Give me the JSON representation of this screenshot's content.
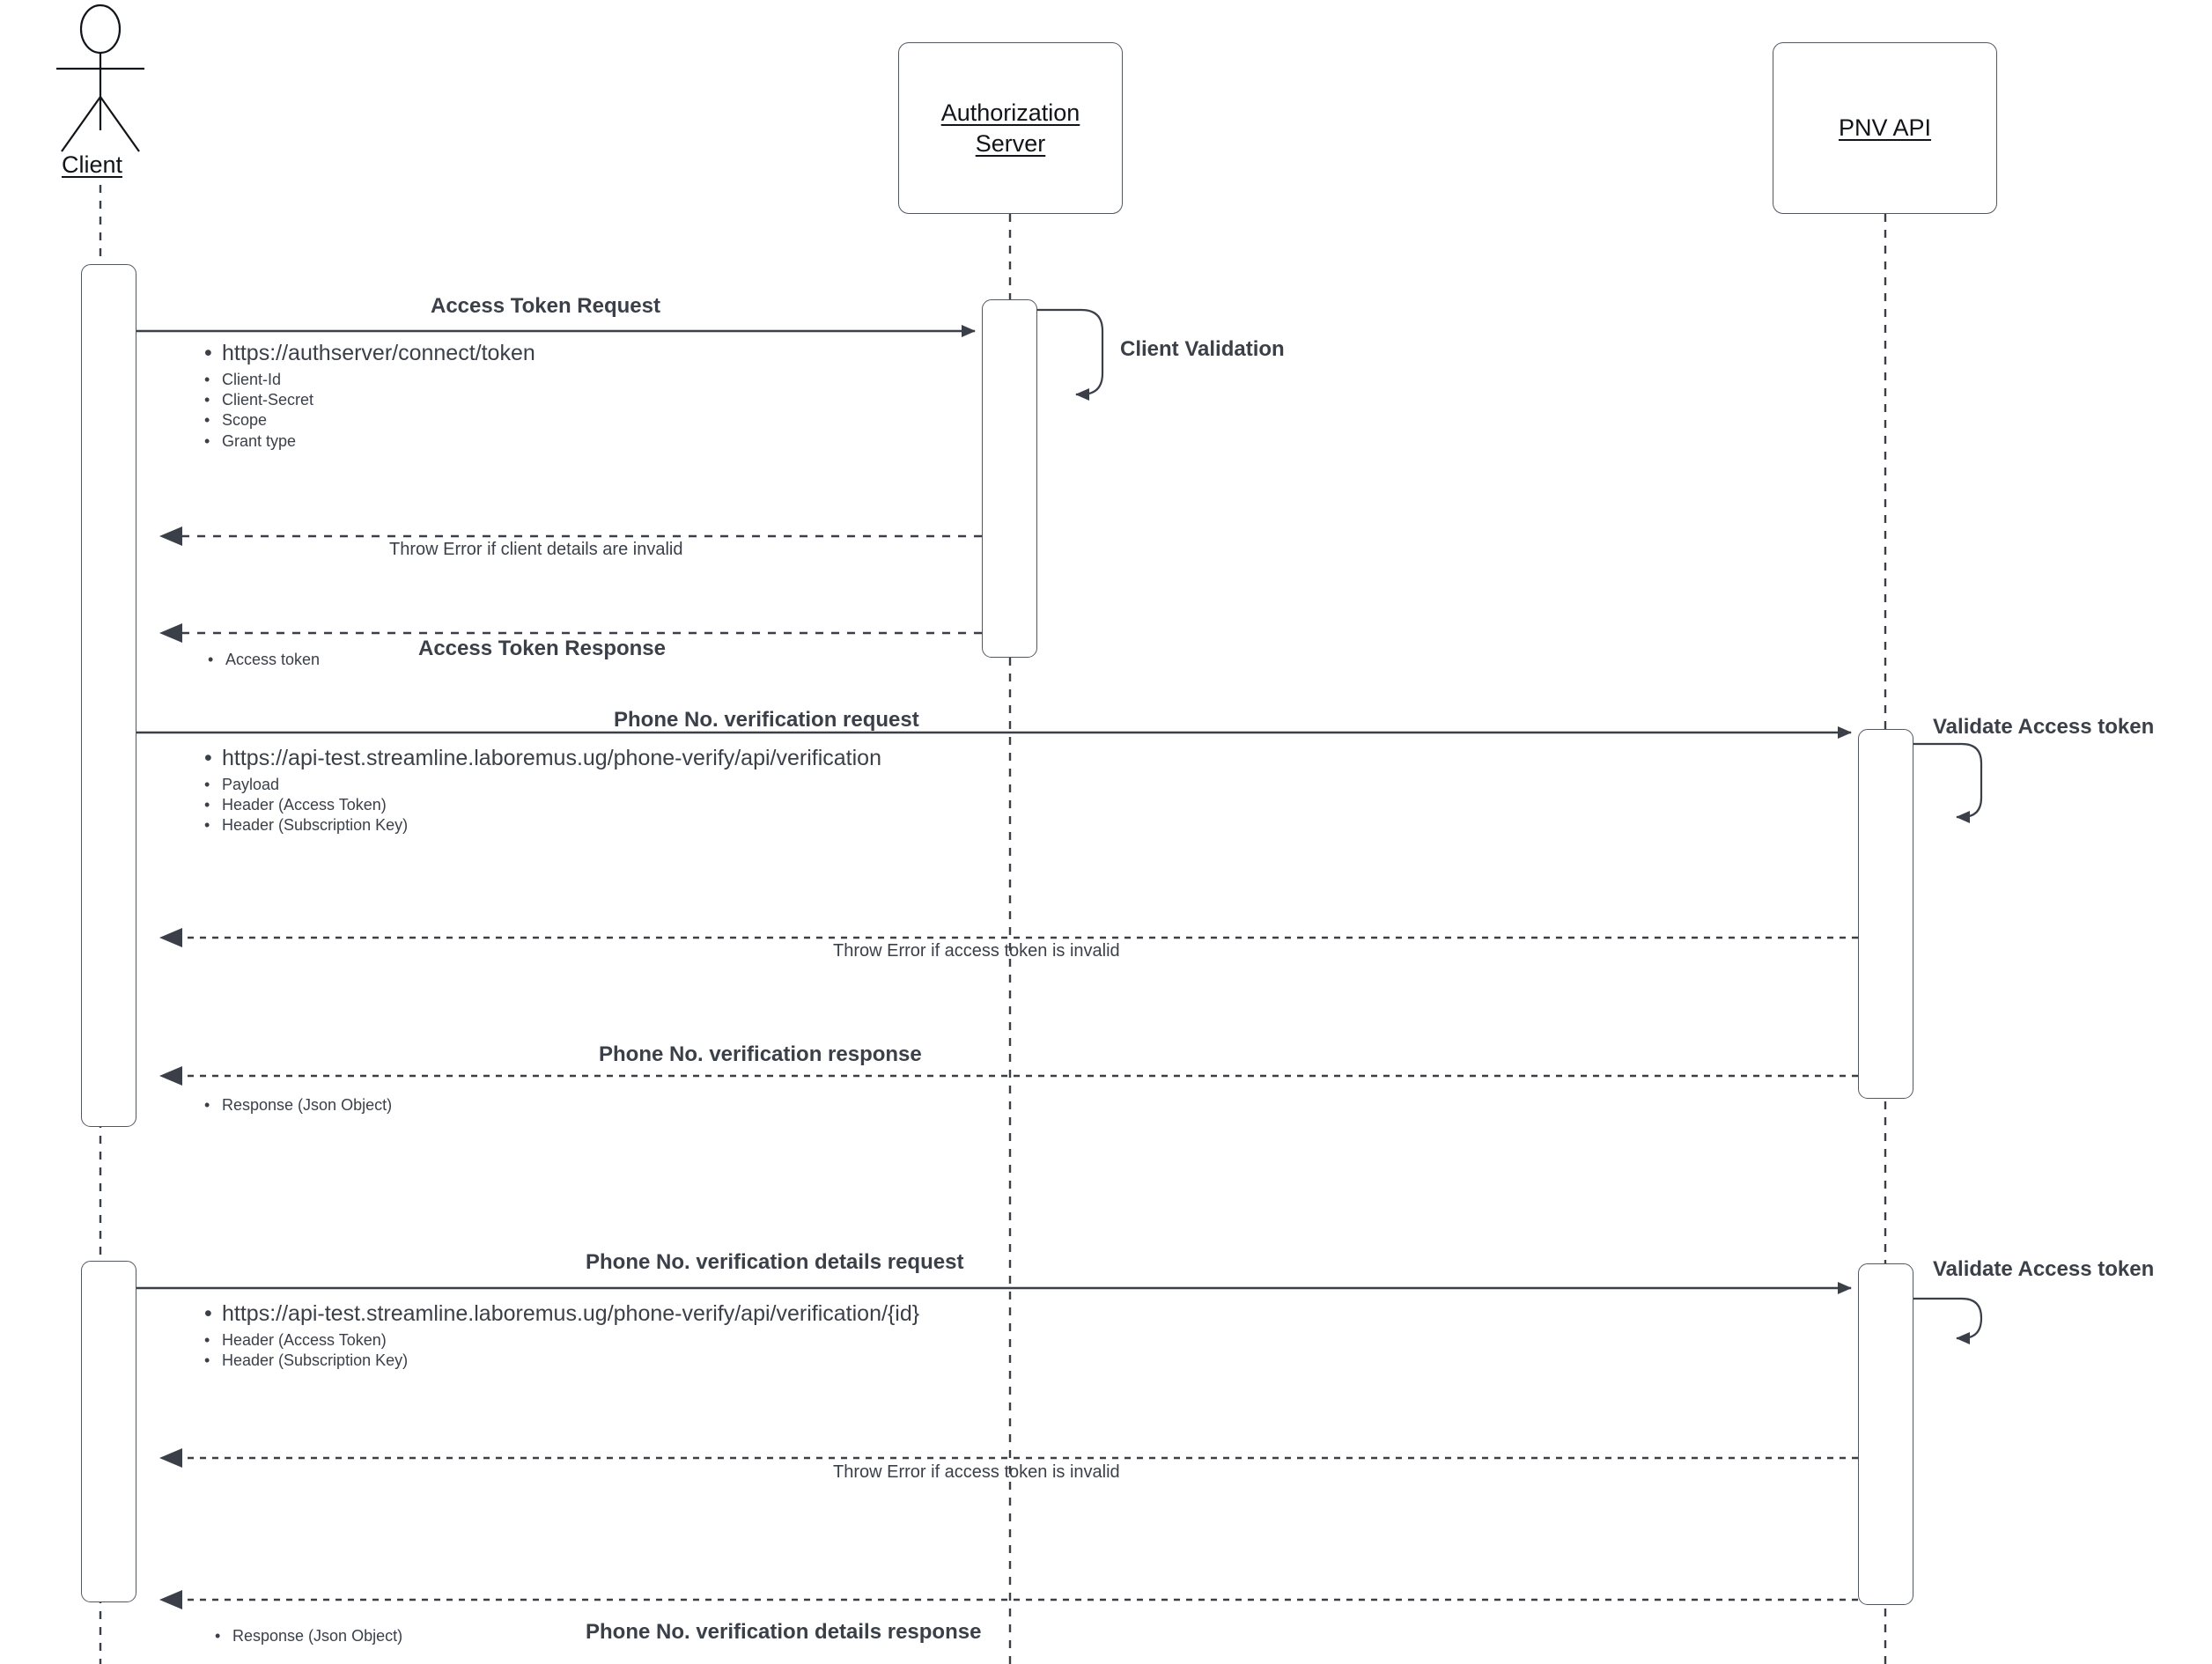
{
  "diagram": {
    "type": "uml-sequence-diagram",
    "title": "Phone Number Verification API sequence",
    "stroke_color": "#53585f",
    "text_color": "#3a3f48",
    "background": "#ffffff"
  },
  "participants": [
    {
      "id": "client",
      "label": "Client",
      "shape": "actor-stick-figure"
    },
    {
      "id": "auth_server",
      "label": "Authorization\nServer",
      "label_line1": "Authorization",
      "label_line2": "Server",
      "shape": "rounded-rect"
    },
    {
      "id": "pnv_api",
      "label": "PNV API",
      "shape": "rounded-rect"
    }
  ],
  "messages": [
    {
      "id": "m1",
      "label": "Access Token Request",
      "from": "client",
      "to": "auth_server",
      "style": "solid",
      "bullets": [
        "https://authserver/connect/token",
        "Client-Id",
        "Client-Secret",
        "Scope",
        "Grant type"
      ]
    },
    {
      "id": "m2",
      "label": "Client Validation",
      "from": "auth_server",
      "to": "auth_server",
      "style": "self-loop"
    },
    {
      "id": "m3",
      "label": "Throw Error if client details are invalid",
      "from": "auth_server",
      "to": "client",
      "style": "dashed"
    },
    {
      "id": "m4",
      "label": "Access Token Response",
      "from": "auth_server",
      "to": "client",
      "style": "dashed",
      "bullets": [
        "Access token"
      ]
    },
    {
      "id": "m5",
      "label": "Phone No. verification request",
      "from": "client",
      "to": "pnv_api",
      "style": "solid",
      "bullets": [
        "https://api-test.streamline.laboremus.ug/phone-verify/api/verification",
        "Payload",
        "Header (Access Token)",
        "Header (Subscription Key)"
      ]
    },
    {
      "id": "m6",
      "label": "Validate Access token",
      "from": "pnv_api",
      "to": "pnv_api",
      "style": "self-loop"
    },
    {
      "id": "m7",
      "label": "Throw Error if access token is invalid",
      "from": "pnv_api",
      "to": "client",
      "style": "dashed"
    },
    {
      "id": "m8",
      "label": "Phone No. verification response",
      "from": "pnv_api",
      "to": "client",
      "style": "dashed",
      "bullets": [
        "Response (Json Object)"
      ]
    },
    {
      "id": "m9",
      "label": "Phone No. verification details request",
      "from": "client",
      "to": "pnv_api",
      "style": "solid",
      "bullets": [
        "https://api-test.streamline.laboremus.ug/phone-verify/api/verification/{id}",
        "Header (Access Token)",
        "Header (Subscription Key)"
      ]
    },
    {
      "id": "m10",
      "label": "Validate Access token",
      "from": "pnv_api",
      "to": "pnv_api",
      "style": "self-loop"
    },
    {
      "id": "m11",
      "label": "Throw Error if access token is invalid",
      "from": "pnv_api",
      "to": "client",
      "style": "dashed"
    },
    {
      "id": "m12",
      "label": "Phone No. verification details response",
      "from": "pnv_api",
      "to": "client",
      "style": "dashed",
      "bullets": [
        "Response (Json Object)"
      ]
    }
  ],
  "labels": {
    "client": "Client",
    "auth_line1": "Authorization",
    "auth_line2": "Server",
    "pnv": "PNV API",
    "m1_title": "Access Token Request",
    "m1_b1": "https://authserver/connect/token",
    "m1_b2": "Client-Id",
    "m1_b3": "Client-Secret",
    "m1_b4": "Scope",
    "m1_b5": "Grant type",
    "m2_title": "Client Validation",
    "m3_title": "Throw Error if client details are invalid",
    "m4_title": "Access Token Response",
    "m4_b1": "Access token",
    "m5_title": "Phone No. verification request",
    "m5_b1": "https://api-test.streamline.laboremus.ug/phone-verify/api/verification",
    "m5_b2": "Payload",
    "m5_b3": "Header (Access Token)",
    "m5_b4": "Header (Subscription Key)",
    "m6_title": "Validate Access token",
    "m7_title": "Throw Error if access token is invalid",
    "m8_title": "Phone No. verification response",
    "m8_b1": "Response (Json Object)",
    "m9_title": "Phone No. verification details request",
    "m9_b1": "https://api-test.streamline.laboremus.ug/phone-verify/api/verification/{id}",
    "m9_b2": "Header (Access Token)",
    "m9_b3": "Header (Subscription Key)",
    "m10_title": "Validate Access token",
    "m11_title": "Throw Error if access token is invalid",
    "m12_title": "Phone No. verification details response",
    "m12_b1": "Response (Json Object)"
  }
}
